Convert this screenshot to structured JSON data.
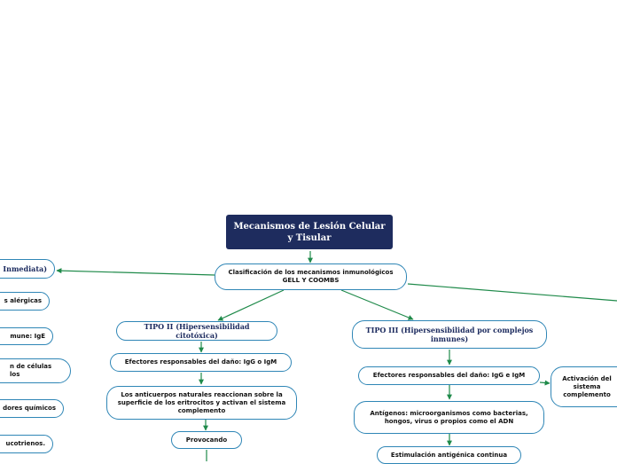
{
  "root": {
    "title": "Mecanismos de Lesión Celular y Tisular"
  },
  "classification": {
    "label": "Clasificación de los mecanismos inmunológicos GELL Y COOMBS"
  },
  "left_branch": {
    "type1_label": "Inmediata)",
    "items": [
      "s alérgicas",
      "mune: IgE",
      "n de células los",
      "dores químicos",
      "ucotrienos."
    ]
  },
  "type2": {
    "label": "TIPO II (Hipersensibilidad citotóxica)",
    "effectors": "Efectores responsables del daño: IgG o IgM",
    "antibodies": "Los anticuerpos naturales reaccionan sobre la superficie de los eritrocitos y activan el sistema complemento",
    "provocando": "Provocando"
  },
  "type3": {
    "label": "TIPO III (Hipersensibilidad por complejos inmunes)",
    "effectors": "Efectores responsables del daño: IgG e IgM",
    "antigens": "Antígenos: microorganismos como bacterias, hongos, virus o propios como el ADN",
    "stimulation": "Estimulación antigénica continua",
    "complement": "Activación del sistema complemento"
  },
  "colors": {
    "edge": "#1f8a4a",
    "border": "#2f86b6",
    "root_bg": "#1e2c5e"
  }
}
